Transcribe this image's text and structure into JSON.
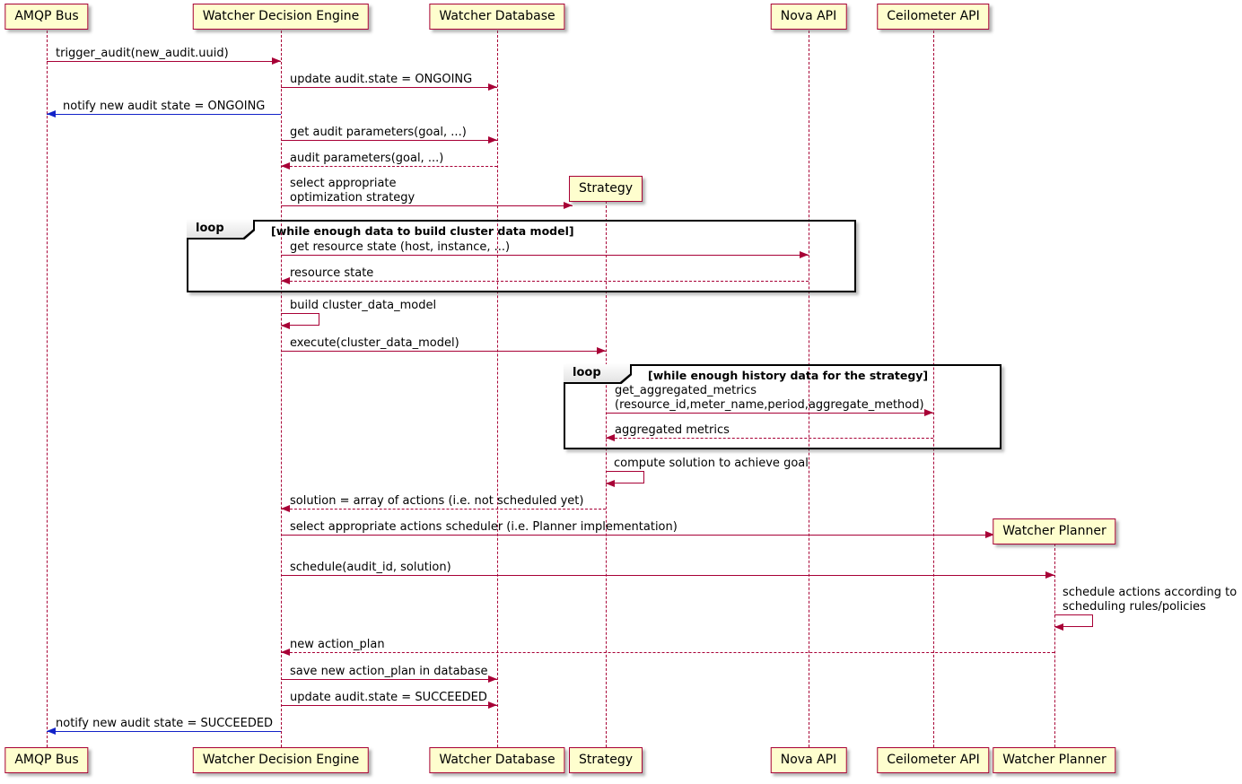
{
  "diagram": {
    "type": "sequence",
    "colors": {
      "participant_fill": "#FEFECE",
      "participant_border": "#A80036",
      "arrow": "#A80036",
      "arrow_notify": "#1222C8",
      "lifeline": "#A80036",
      "frame_border": "#000000"
    },
    "participants": [
      {
        "name": "AMQP Bus"
      },
      {
        "name": "Watcher Decision Engine"
      },
      {
        "name": "Watcher Database"
      },
      {
        "name": "Strategy"
      },
      {
        "name": "Nova API"
      },
      {
        "name": "Ceilometer API"
      },
      {
        "name": "Watcher Planner"
      }
    ],
    "fragments": [
      {
        "keyword": "loop",
        "condition": "[while enough data to build cluster data model]"
      },
      {
        "keyword": "loop",
        "condition": "[while enough history data for the strategy]"
      }
    ],
    "messages": [
      {
        "from": "AMQP Bus",
        "to": "Watcher Decision Engine",
        "label": "trigger_audit(new_audit.uuid)",
        "type": "solid"
      },
      {
        "from": "Watcher Decision Engine",
        "to": "Watcher Database",
        "label": "update audit.state = ONGOING",
        "type": "solid"
      },
      {
        "from": "Watcher Decision Engine",
        "to": "AMQP Bus",
        "label": "notify new audit state = ONGOING",
        "type": "solid-notify"
      },
      {
        "from": "Watcher Decision Engine",
        "to": "Watcher Database",
        "label": "get audit parameters(goal, ...)",
        "type": "solid"
      },
      {
        "from": "Watcher Database",
        "to": "Watcher Decision Engine",
        "label": "audit parameters(goal, ...)",
        "type": "dashed-return"
      },
      {
        "from": "Watcher Decision Engine",
        "to": "Strategy",
        "label": "select appropriate",
        "label2": "optimization strategy",
        "type": "solid-create"
      },
      {
        "from": "Watcher Decision Engine",
        "to": "Nova API",
        "label": "get resource state (host, instance, ...)",
        "type": "solid"
      },
      {
        "from": "Nova API",
        "to": "Watcher Decision Engine",
        "label": "resource state",
        "type": "dashed-return"
      },
      {
        "from": "Watcher Decision Engine",
        "to": "Watcher Decision Engine",
        "label": "build cluster_data_model",
        "type": "self"
      },
      {
        "from": "Watcher Decision Engine",
        "to": "Strategy",
        "label": "execute(cluster_data_model)",
        "type": "solid"
      },
      {
        "from": "Strategy",
        "to": "Ceilometer API",
        "label": "get_aggregated_metrics",
        "label2": "(resource_id,meter_name,period,aggregate_method)",
        "type": "solid"
      },
      {
        "from": "Ceilometer API",
        "to": "Strategy",
        "label": "aggregated metrics",
        "type": "dashed-return"
      },
      {
        "from": "Strategy",
        "to": "Strategy",
        "label": "compute solution to achieve goal",
        "type": "self"
      },
      {
        "from": "Strategy",
        "to": "Watcher Decision Engine",
        "label": "solution = array of actions (i.e. not scheduled yet)",
        "type": "dashed-return"
      },
      {
        "from": "Watcher Decision Engine",
        "to": "Watcher Planner",
        "label": "select appropriate actions scheduler (i.e. Planner implementation)",
        "type": "solid-create"
      },
      {
        "from": "Watcher Decision Engine",
        "to": "Watcher Planner",
        "label": "schedule(audit_id, solution)",
        "type": "solid"
      },
      {
        "from": "Watcher Planner",
        "to": "Watcher Planner",
        "label": "schedule actions according to",
        "label2": "scheduling rules/policies",
        "type": "self"
      },
      {
        "from": "Watcher Planner",
        "to": "Watcher Decision Engine",
        "label": "new action_plan",
        "type": "dashed-return"
      },
      {
        "from": "Watcher Decision Engine",
        "to": "Watcher Database",
        "label": "save new action_plan in database",
        "type": "solid"
      },
      {
        "from": "Watcher Decision Engine",
        "to": "Watcher Database",
        "label": "update audit.state = SUCCEEDED",
        "type": "solid"
      },
      {
        "from": "Watcher Decision Engine",
        "to": "AMQP Bus",
        "label": "notify new audit state = SUCCEEDED",
        "type": "solid-notify"
      }
    ]
  }
}
